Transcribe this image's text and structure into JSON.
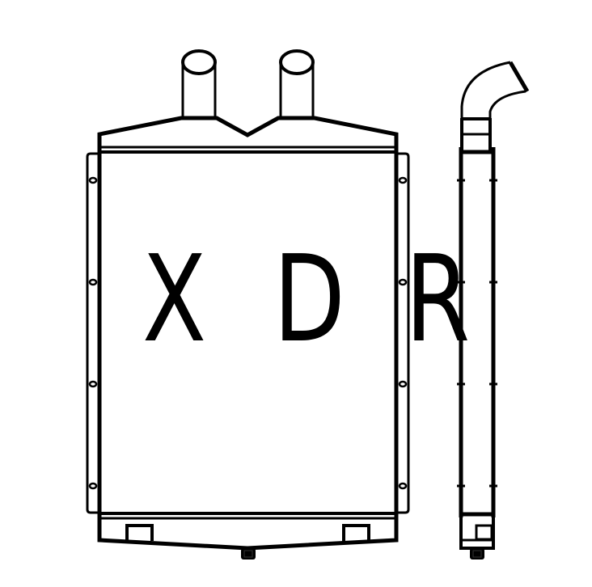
{
  "diagram": {
    "type": "technical-line-drawing",
    "subject": "heater core / radiator",
    "views": [
      {
        "name": "front-view",
        "features": [
          "two inlet/outlet pipes on top tank",
          "V-notch top tank",
          "core with side brackets",
          "4 mounting holes per side",
          "bottom tank with 2 tabs",
          "drain plug"
        ]
      },
      {
        "name": "side-view",
        "features": [
          "curved elbow pipe",
          "narrow core profile",
          "bottom tank with tab",
          "drain plug"
        ]
      }
    ],
    "watermark": {
      "letters": [
        "X",
        "D",
        "R"
      ]
    },
    "colors": {
      "line": "#000000",
      "background": "#ffffff"
    }
  }
}
